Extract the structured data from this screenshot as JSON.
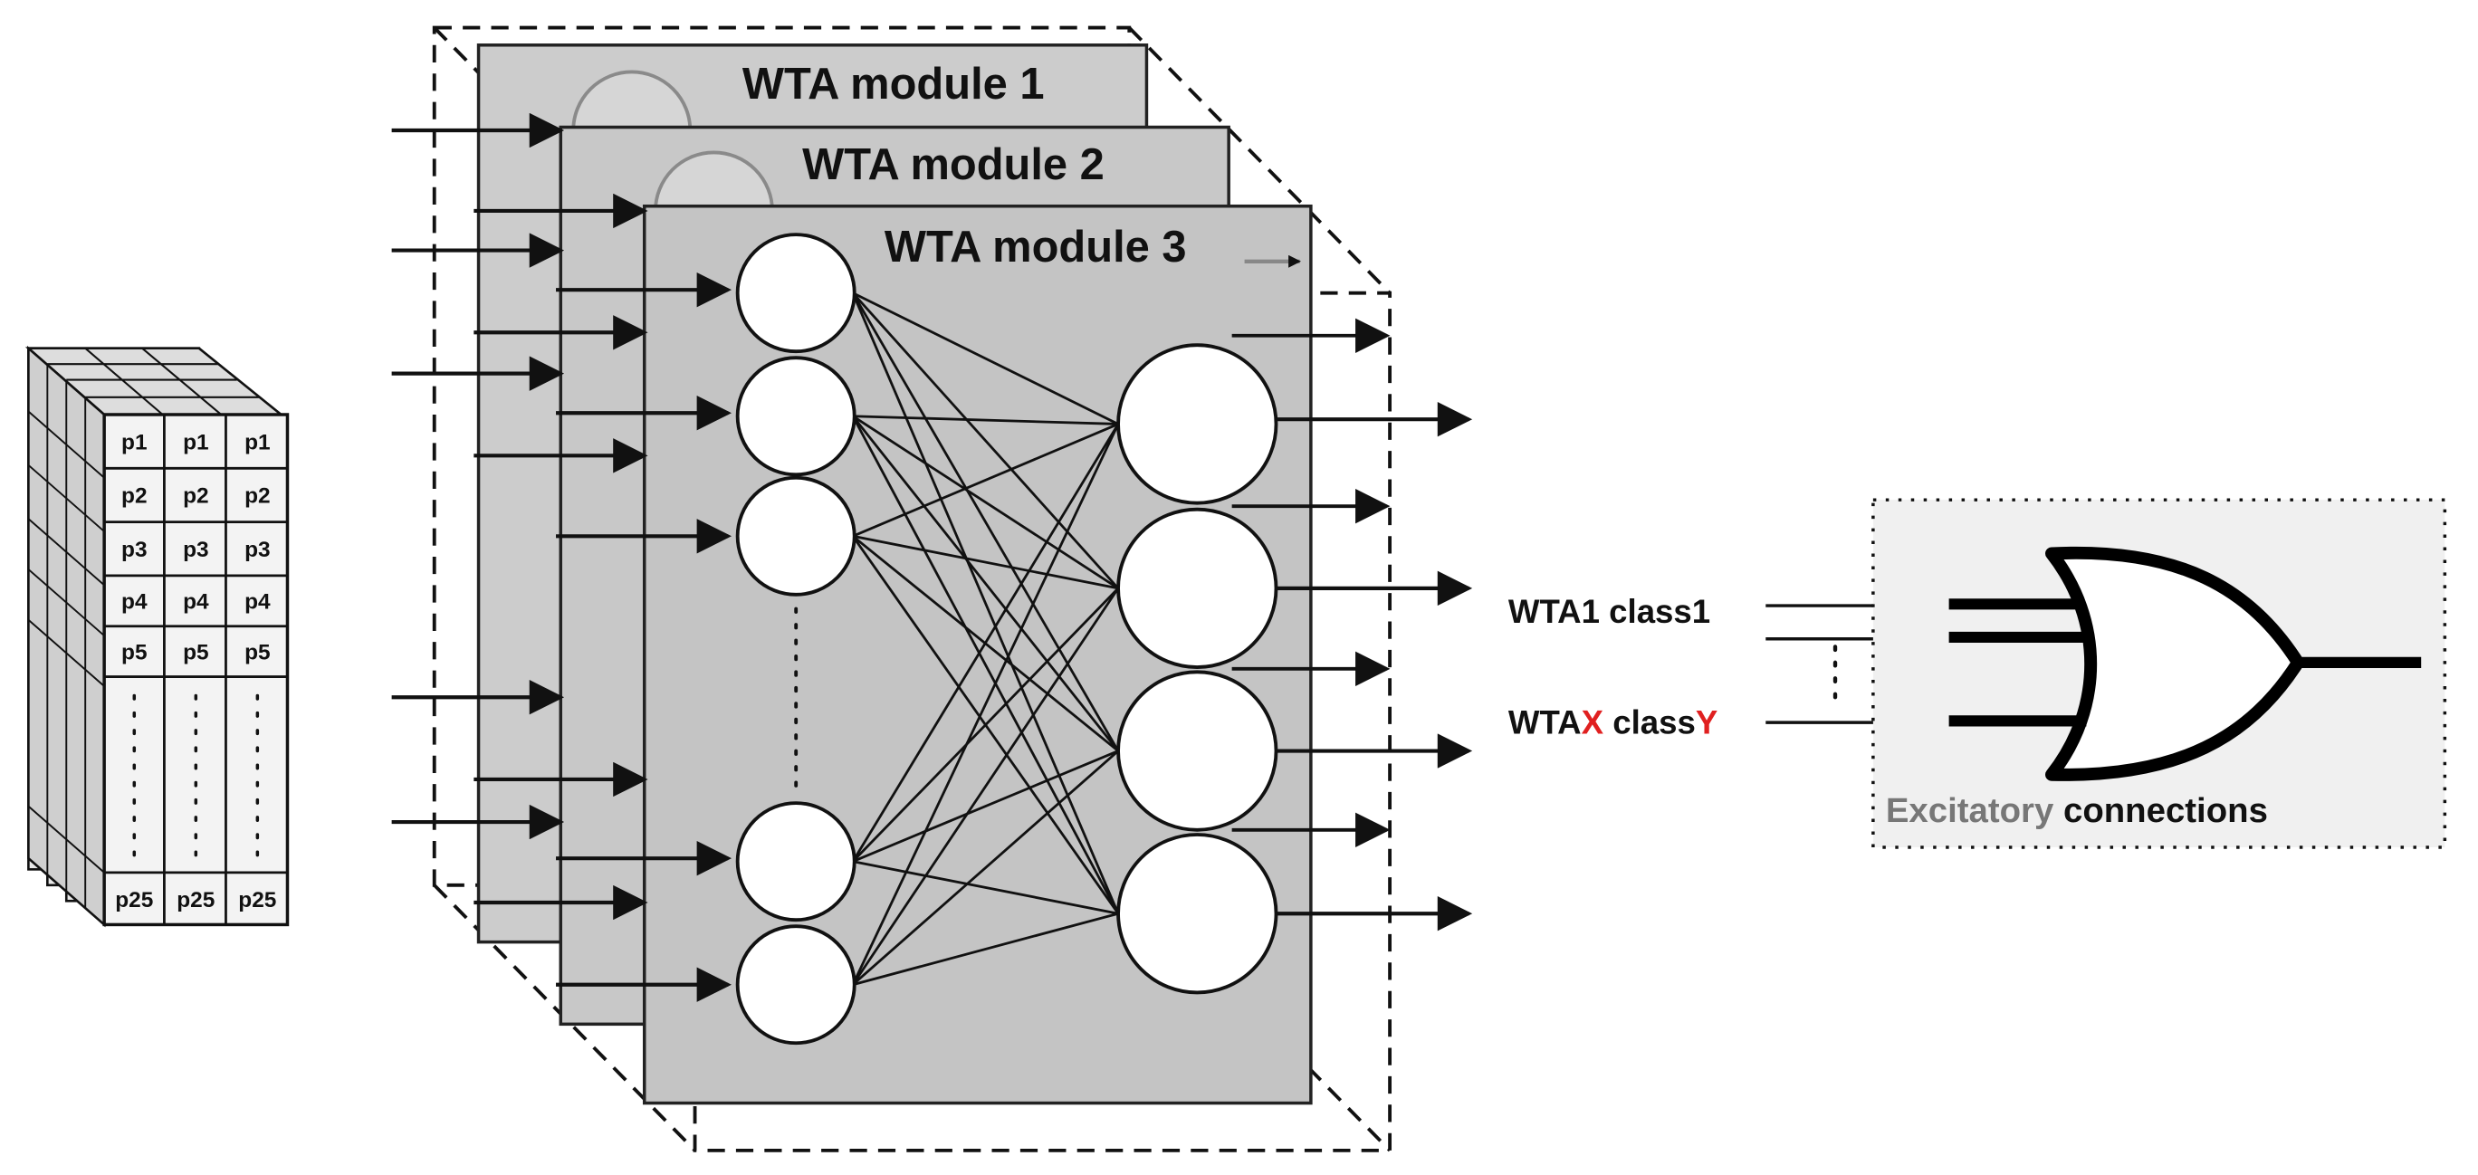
{
  "modules": [
    {
      "title": "WTA module 1"
    },
    {
      "title": "WTA module 2"
    },
    {
      "title": "WTA module 3"
    }
  ],
  "input_block": {
    "labels": [
      "p1",
      "p2",
      "p3",
      "p4",
      "p5",
      "p25"
    ]
  },
  "outputs": {
    "label1": {
      "prefix": "WTA",
      "num": "1",
      "mid": " class",
      "num2": "1"
    },
    "label2": {
      "prefix": "WTA",
      "num": "X",
      "mid": " class",
      "num2": "Y"
    }
  },
  "excitatory": {
    "word1": "Excitatory",
    "word2": " connections"
  },
  "colors": {
    "module_fill": "#cccccc",
    "module_stroke": "#222222",
    "accent_red": "#e02020",
    "excitatory_gray": "#777777",
    "inset_bg": "#f0f0f0"
  }
}
